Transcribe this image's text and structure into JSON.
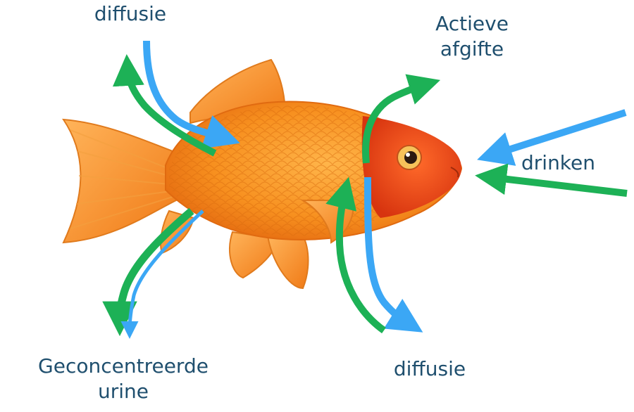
{
  "labels": {
    "diffusion_top": "diffusie",
    "active_release_line1": "Actieve",
    "active_release_line2": "afgifte",
    "drinking": "drinken",
    "urine_line1": "Geconcentreerde",
    "urine_line2": "urine",
    "diffusion_bottom": "diffusie"
  },
  "colors": {
    "label_text": "#1f4f6e",
    "water_arrow": "#3ba7f5",
    "salt_arrow": "#1db156",
    "fish_body": "#f58a1c",
    "fish_head": "#ec4a1a"
  },
  "icons": {
    "fish": "goldfish-illustration"
  }
}
